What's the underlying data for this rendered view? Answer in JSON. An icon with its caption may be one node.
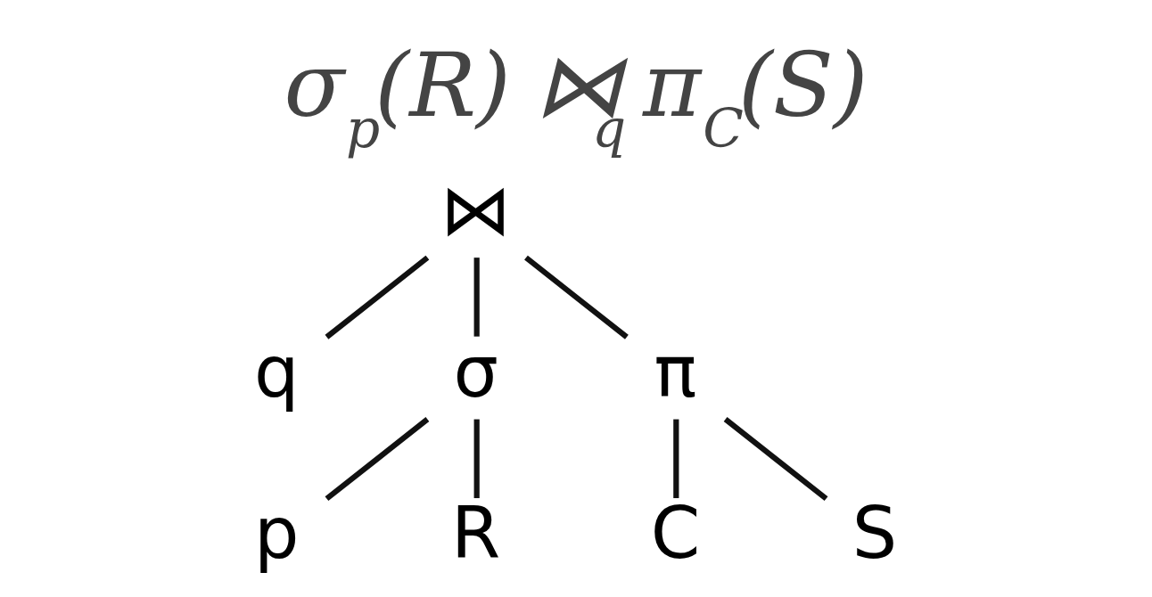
{
  "diagram": {
    "title": "σ$_{p}$(R) ⋈$_{q}$ π$_{C}$(S)",
    "nodes": [
      {
        "text": [
          "⋈"
        ]
      },
      {
        "text": [
          "q"
        ]
      },
      {
        "text": [
          "σ"
        ]
      },
      {
        "text": [
          "π"
        ]
      },
      {
        "text": [
          "p"
        ]
      },
      {
        "text": [
          "R"
        ]
      },
      {
        "text": [
          "C"
        ]
      },
      {
        "text": [
          "S"
        ]
      }
    ],
    "edges": [
      {
        "from": 0,
        "to": 1,
        "arrow": "none"
      },
      {
        "from": 0,
        "to": 2,
        "arrow": "none"
      },
      {
        "from": 0,
        "to": 3,
        "arrow": "none"
      },
      {
        "from": 2,
        "to": 4,
        "arrow": "none"
      },
      {
        "from": 2,
        "to": 5,
        "arrow": "none"
      },
      {
        "from": 3,
        "to": 6,
        "arrow": "none"
      },
      {
        "from": 3,
        "to": 7,
        "arrow": "none"
      }
    ]
  }
}
